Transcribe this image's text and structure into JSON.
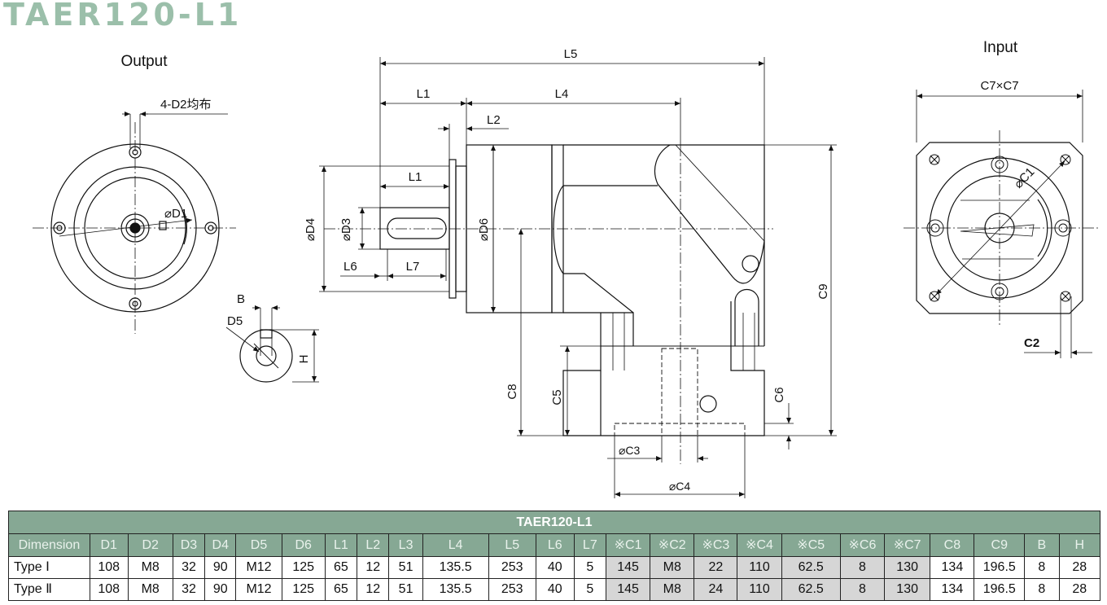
{
  "title": "TAER120-L1",
  "views": {
    "output_label": "Output",
    "input_label": "Input",
    "hole_note": "4-D2均布"
  },
  "dims": {
    "L5": "L5",
    "L1": "L1",
    "L4": "L4",
    "L2": "L2",
    "L6": "L6",
    "L7": "L7",
    "D1": "⌀D1",
    "D3": "⌀D3",
    "D4": "⌀D4",
    "D6": "⌀D6",
    "C1": "⌀C1",
    "C2": "C2",
    "C3": "⌀C3",
    "C4": "⌀C4",
    "C5": "C5",
    "C6": "C6",
    "C8": "C8",
    "C9": "C9",
    "C7xC7": "C7×C7",
    "B": "B",
    "D5": "D5",
    "H": "H"
  },
  "table": {
    "caption": "TAER120-L1",
    "headers": [
      "Dimension",
      "D1",
      "D2",
      "D3",
      "D4",
      "D5",
      "D6",
      "L1",
      "L2",
      "L3",
      "L4",
      "L5",
      "L6",
      "L7",
      "※C1",
      "※C2",
      "※C3",
      "※C4",
      "※C5",
      "※C6",
      "※C7",
      "C8",
      "C9",
      "B",
      "H"
    ],
    "rows": [
      {
        "label": "Type Ⅰ",
        "cells": [
          "108",
          "M8",
          "32",
          "90",
          "M12",
          "125",
          "65",
          "12",
          "51",
          "135.5",
          "253",
          "40",
          "5",
          "145",
          "M8",
          "22",
          "110",
          "62.5",
          "8",
          "130",
          "134",
          "196.5",
          "8",
          "28"
        ]
      },
      {
        "label": "Type Ⅱ",
        "cells": [
          "108",
          "M8",
          "32",
          "90",
          "M12",
          "125",
          "65",
          "12",
          "51",
          "135.5",
          "253",
          "40",
          "5",
          "145",
          "M8",
          "24",
          "110",
          "62.5",
          "8",
          "130",
          "134",
          "196.5",
          "8",
          "28"
        ]
      }
    ]
  },
  "colors": {
    "title": "#9bbfaa",
    "header_bg": "#86a894",
    "highlight": "#d6d6d6"
  }
}
